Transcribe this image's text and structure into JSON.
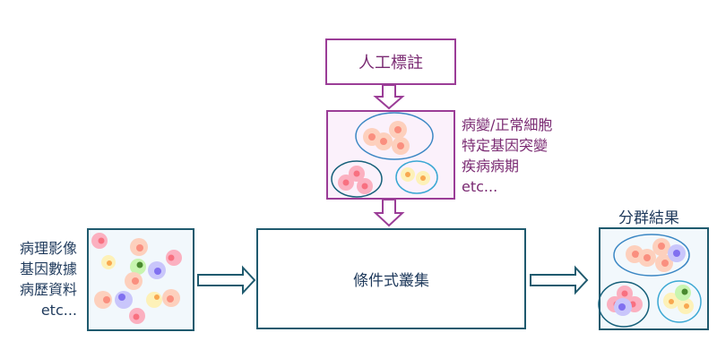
{
  "title": "Conditional clustering workflow",
  "annotation_box": {
    "label": "人工標註"
  },
  "condition_labels": [
    "病變/正常細胞",
    "特定基因突變",
    "疾病病期",
    "etc..."
  ],
  "input_labels": [
    "病理影像",
    "基因數據",
    "病歷資料",
    "etc..."
  ],
  "process_box": {
    "label": "條件式叢集"
  },
  "result": {
    "title": "分群結果"
  },
  "colors": {
    "purple": "#9b3d97",
    "purple_bg": "#fbf1fb",
    "teal": "#1f5a6e",
    "panel_bg": "#f2f8fc",
    "cluster_blue": "#3b87c4",
    "cluster_navy": "#16607a",
    "cluster_cyan": "#3aa7d3"
  }
}
